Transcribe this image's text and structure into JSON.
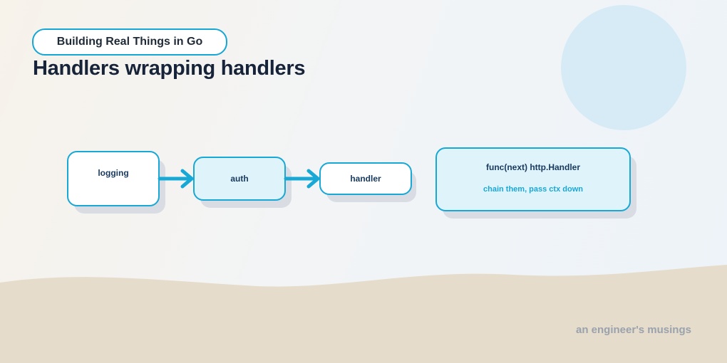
{
  "header": {
    "series": "Building Real Things in Go",
    "title": "Handlers wrapping handlers"
  },
  "diagram": {
    "nodes": [
      {
        "label": "logging"
      },
      {
        "label": "auth"
      },
      {
        "label": "handler"
      }
    ],
    "note": {
      "title": "func(next) http.Handler",
      "subtitle": "chain them, pass ctx down"
    }
  },
  "footer": {
    "text": "an engineer's musings"
  },
  "colors": {
    "accent": "#18a8d6",
    "title_text": "#162338",
    "node_text": "#17395e",
    "light_fill": "#dff3fb",
    "sand": "#e6dccb",
    "footer_text": "#9aa2ad"
  }
}
